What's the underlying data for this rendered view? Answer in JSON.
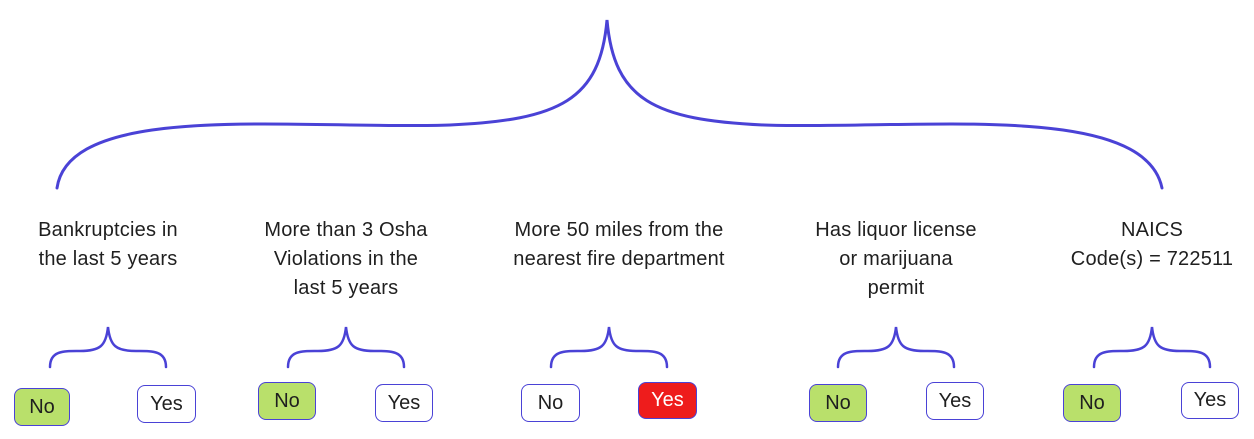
{
  "colors": {
    "brace": "#4a42d6",
    "selected_no": "#b9e06b",
    "selected_yes": "#ee1c1c"
  },
  "criteria": [
    {
      "label": "Bankruptcies in\nthe last 5 years",
      "no_label": "No",
      "yes_label": "Yes",
      "selected": "No"
    },
    {
      "label": "More than 3 Osha\nViolations in the\nlast 5 years",
      "no_label": "No",
      "yes_label": "Yes",
      "selected": "No"
    },
    {
      "label": "More 50 miles from the\nnearest fire department",
      "no_label": "No",
      "yes_label": "Yes",
      "selected": "Yes"
    },
    {
      "label": "Has liquor license\nor marijuana\npermit",
      "no_label": "No",
      "yes_label": "Yes",
      "selected": "No"
    },
    {
      "label": "NAICS\nCode(s) = 722511",
      "no_label": "No",
      "yes_label": "Yes",
      "selected": "No"
    }
  ]
}
